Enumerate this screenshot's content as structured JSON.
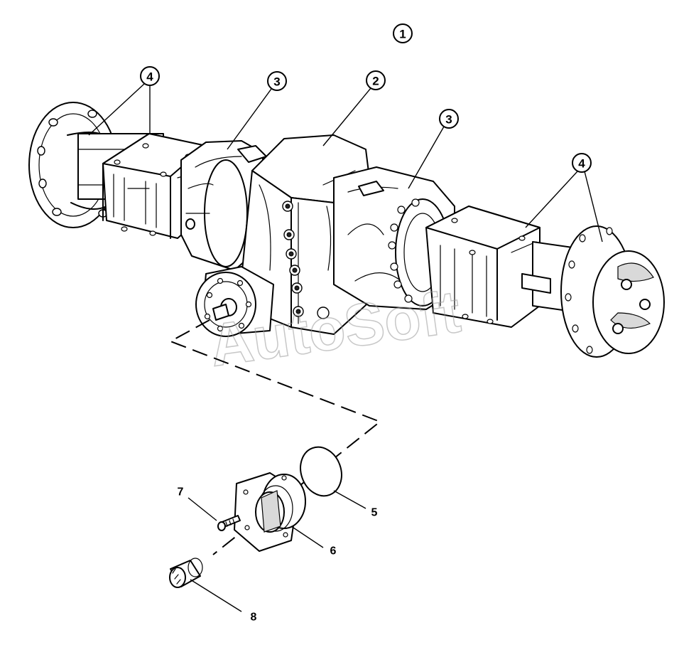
{
  "watermark": "AutoSoft",
  "callouts": {
    "assembly": "1",
    "center_housing": "2",
    "brake_housing_left": "3",
    "brake_housing_right": "3",
    "axle_arm_left": "4",
    "axle_arm_right": "4"
  },
  "parts": {
    "o_ring": "5",
    "pinion_cover": "6",
    "screw": "7",
    "bushing": "8"
  }
}
